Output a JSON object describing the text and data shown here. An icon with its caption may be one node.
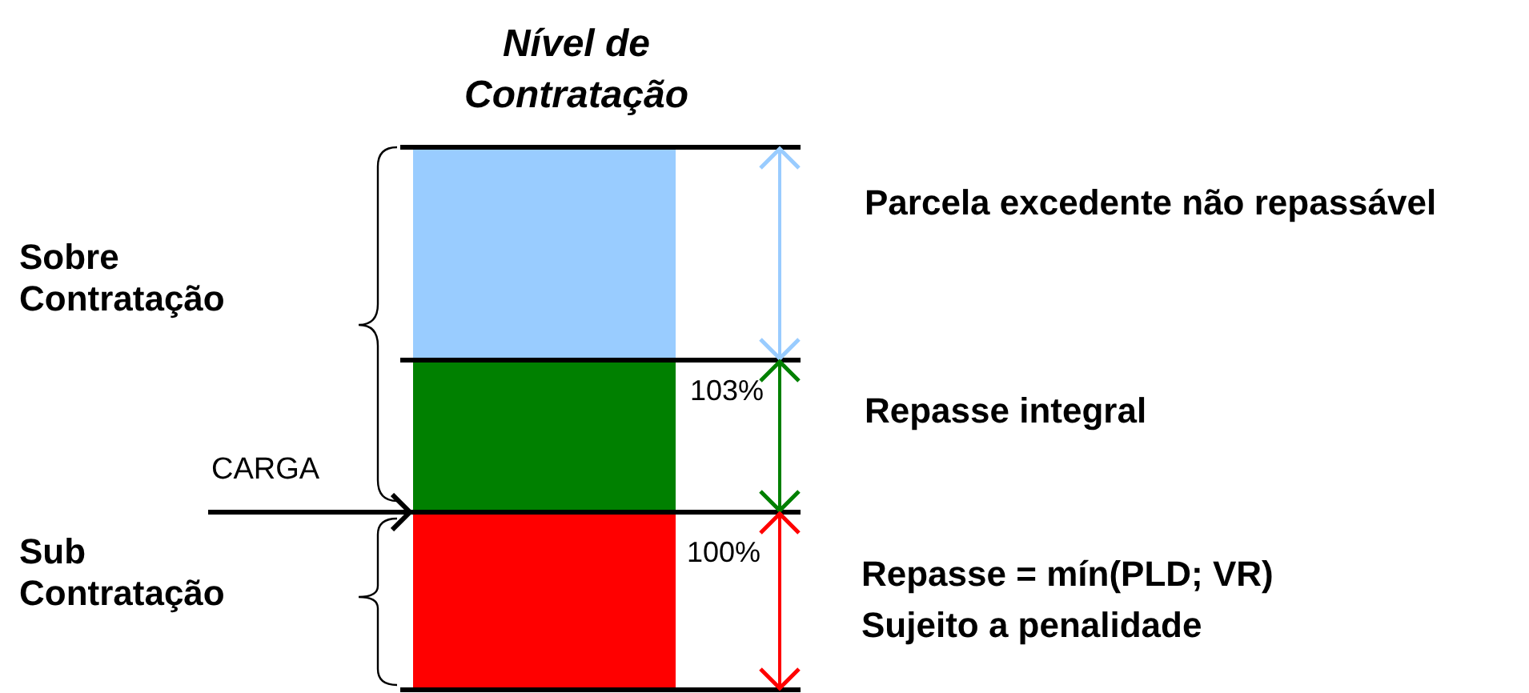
{
  "diagram": {
    "title": "Nível de Contratação",
    "nodes": [
      {
        "text": [],
        "shape": "bar"
      },
      {
        "text": [],
        "shape": "bar"
      },
      {
        "text": [],
        "shape": "bar"
      }
    ],
    "edges": [
      {
        "from": null,
        "to": 2,
        "arrow": "to",
        "label": "CARGA"
      }
    ],
    "labels": [
      "Parcela excedente não repassável",
      "Sobre Contratação",
      "103%",
      "Repasse integral",
      "Sub Contratação",
      "100%",
      "Repasse = mín(PLD; VR)",
      "Sujeito a penalidade"
    ]
  }
}
